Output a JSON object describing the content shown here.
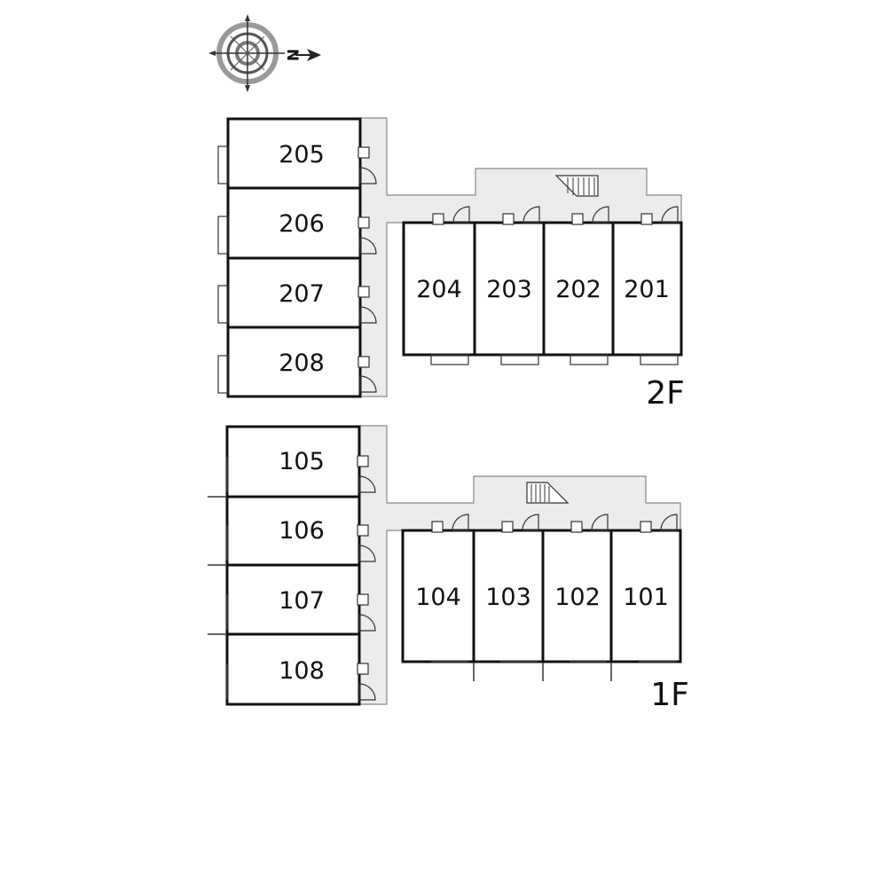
{
  "compass": {
    "north_letter": "N",
    "icon": "compass-rose-icon"
  },
  "floor2": {
    "label": "2F",
    "west_units": [
      "205",
      "206",
      "207",
      "208"
    ],
    "south_units": [
      "204",
      "203",
      "202",
      "201"
    ]
  },
  "floor1": {
    "label": "1F",
    "west_units": [
      "105",
      "106",
      "107",
      "108"
    ],
    "south_units": [
      "104",
      "103",
      "102",
      "101"
    ]
  },
  "colors": {
    "wall": "#111111",
    "corridor": "#ececec",
    "corridor_edge": "#888888"
  }
}
